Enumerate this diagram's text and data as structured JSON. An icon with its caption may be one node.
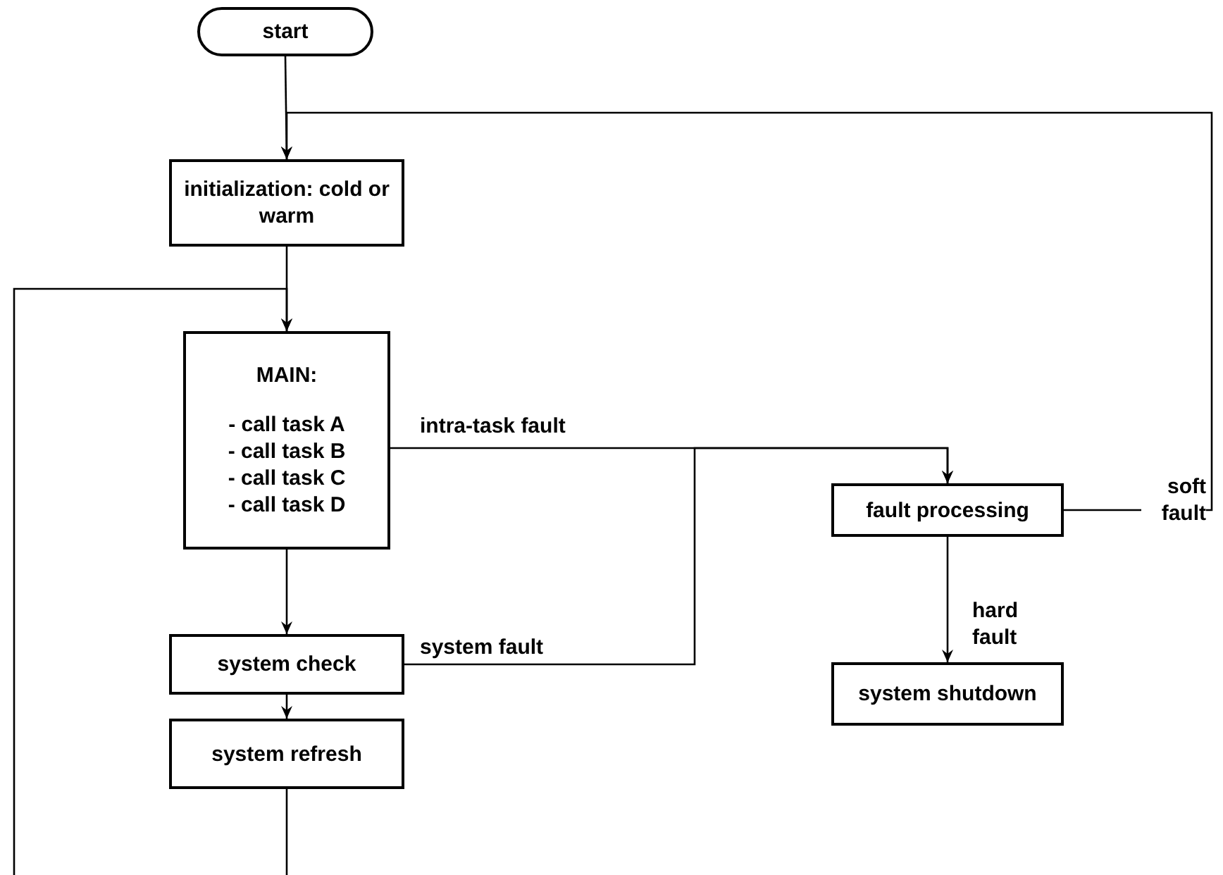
{
  "diagram": {
    "nodes": [
      {
        "text": [
          "start"
        ]
      },
      {
        "text": [
          "initialization: cold or warm"
        ]
      },
      {
        "text": [
          "MAIN:",
          "- call task A",
          "- call task B",
          "- call task C",
          "- call task D"
        ]
      },
      {
        "text": [
          "system check"
        ]
      },
      {
        "text": [
          "system refresh"
        ]
      },
      {
        "text": [
          "fault processing"
        ]
      },
      {
        "text": [
          "system shutdown"
        ]
      }
    ],
    "edges": [
      {
        "from": 0,
        "to": 1,
        "arrow": "to"
      },
      {
        "from": 1,
        "to": 2,
        "arrow": "to"
      },
      {
        "from": 2,
        "to": 5,
        "arrow": "to",
        "label": "intra-task fault"
      },
      {
        "from": 2,
        "to": 3,
        "arrow": "to"
      },
      {
        "from": 3,
        "to": 5,
        "arrow": "to",
        "label": "system fault"
      },
      {
        "from": 3,
        "to": 4,
        "arrow": "to"
      },
      {
        "from": 5,
        "to": 6,
        "arrow": "to",
        "label": "hard fault"
      },
      {
        "from": 5,
        "to": 1,
        "arrow": "to",
        "label": "soft fault"
      },
      {
        "from": 4,
        "to": null,
        "arrow": "none"
      },
      {
        "from": null,
        "to": 2,
        "arrow": "to"
      }
    ]
  }
}
